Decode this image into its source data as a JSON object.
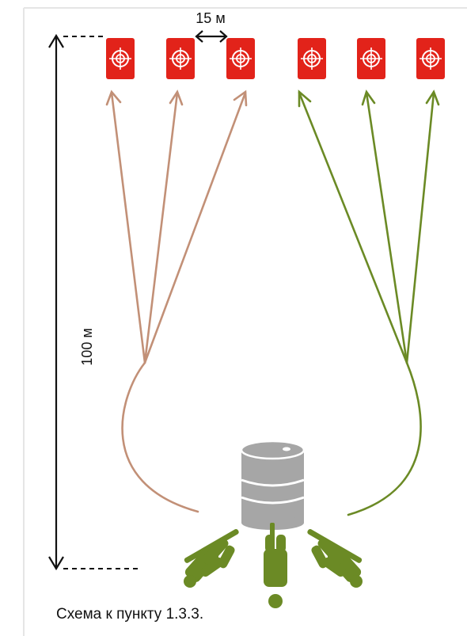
{
  "labels": {
    "spacing": "15 м",
    "distance": "100 м",
    "caption": "Схема к пункту 1.3.3."
  },
  "colors": {
    "target": "#e2231a",
    "target_mark": "#ffffff",
    "path_left": "#c29077",
    "path_right": "#6b8a25",
    "shooter": "#6b8a25",
    "barrel": "#a6a6a6",
    "barrel_dark": "#8e8e8e",
    "frame_border": "#e5e5e5",
    "line": "#111111"
  },
  "icons": {
    "target": "crosshair-target-icon",
    "barrel": "barrel-icon",
    "shooter": "prone-shooter-icon"
  }
}
